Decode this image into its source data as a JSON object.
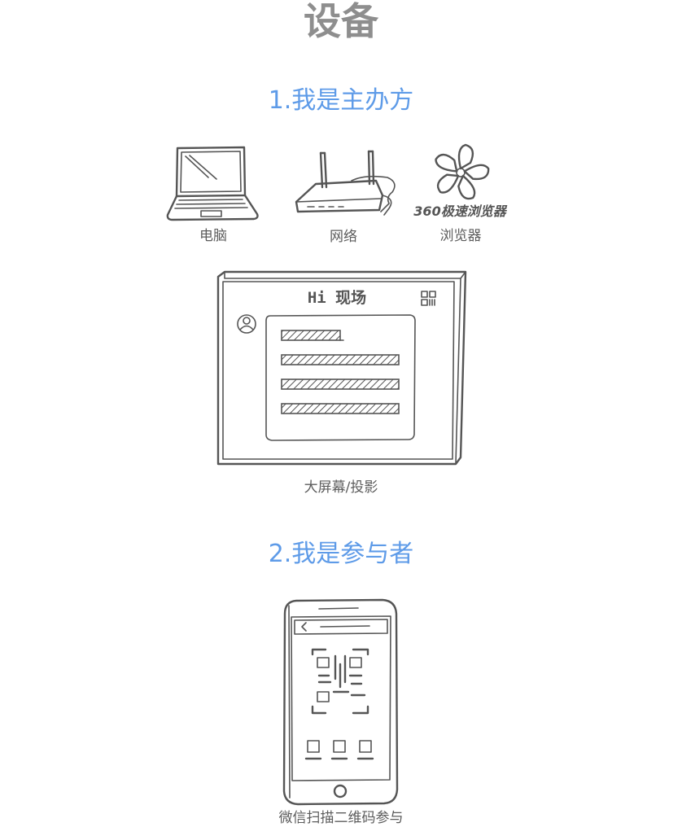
{
  "page": {
    "title": "设备",
    "section_organizer": "1.我是主办方",
    "section_participant": "2.我是参与者"
  },
  "devices": {
    "computer_label": "电脑",
    "network_label": "网络",
    "browser_label": "浏览器",
    "browser_logo_text": "360极速浏览器"
  },
  "screen": {
    "greeting": "Hi 现场",
    "label": "大屏幕/投影"
  },
  "phone": {
    "label": "微信扫描二维码参与"
  },
  "colors": {
    "title": "#8e8e8e",
    "section_heading": "#5e9be8",
    "caption": "#5c5c5c",
    "sketch_stroke": "#555555"
  },
  "icons": [
    "laptop-icon",
    "router-icon",
    "fan-icon",
    "presentation-screen-icon",
    "qr-code-icon",
    "avatar-icon",
    "smartphone-icon"
  ]
}
